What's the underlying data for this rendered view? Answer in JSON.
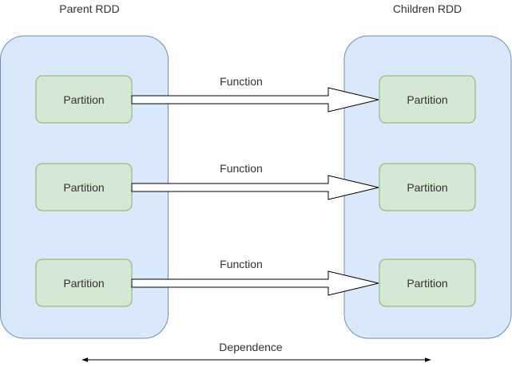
{
  "parent_rdd": {
    "title": "Parent RDD",
    "partitions": [
      {
        "label": "Partition"
      },
      {
        "label": "Partition"
      },
      {
        "label": "Partition"
      }
    ]
  },
  "children_rdd": {
    "title": "Children RDD",
    "partitions": [
      {
        "label": "Partition"
      },
      {
        "label": "Partition"
      },
      {
        "label": "Partition"
      }
    ]
  },
  "mappings": [
    {
      "label": "Function"
    },
    {
      "label": "Function"
    },
    {
      "label": "Function"
    }
  ],
  "dependence": {
    "label": "Dependence"
  },
  "colors": {
    "container_fill": "#dae8fc",
    "container_stroke": "#6c8ebf",
    "partition_fill": "#d5e8d4",
    "partition_stroke": "#82b366",
    "arrow_fill": "#ffffff",
    "line": "#000000"
  }
}
